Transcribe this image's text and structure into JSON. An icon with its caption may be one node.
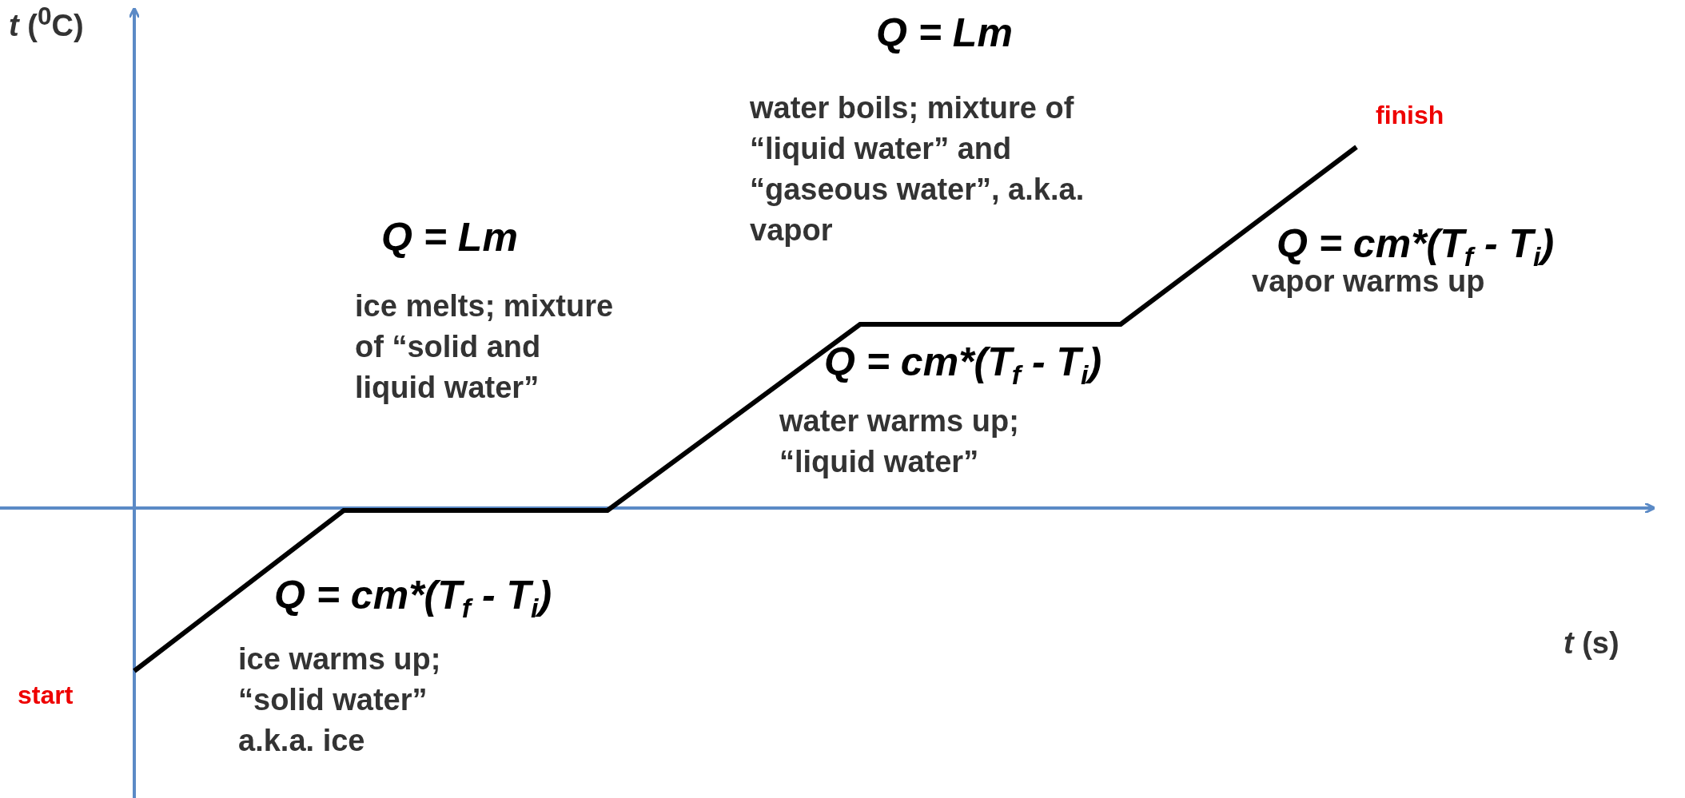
{
  "diagram": {
    "labels": [
      "*t* ($^{0}$C)",
      "Q = Lm",
      "water boils; mixture of “liquid water” and “gaseous water”, a.k.a. vapor",
      "finish",
      "Q = cm*(T$_{f}$ - T$_{i}$)",
      "vapor warms up",
      "Q = Lm",
      "ice melts; mixture of “solid and liquid water”",
      "Q = cm*(T$_{f}$ - T$_{i}$)",
      "water warms up; “liquid water”",
      "Q = cm*(T$_{f}$ - T$_{i}$)",
      "*t* (s)",
      "ice warms up; “solid water” a.k.a. ice",
      "start"
    ]
  }
}
